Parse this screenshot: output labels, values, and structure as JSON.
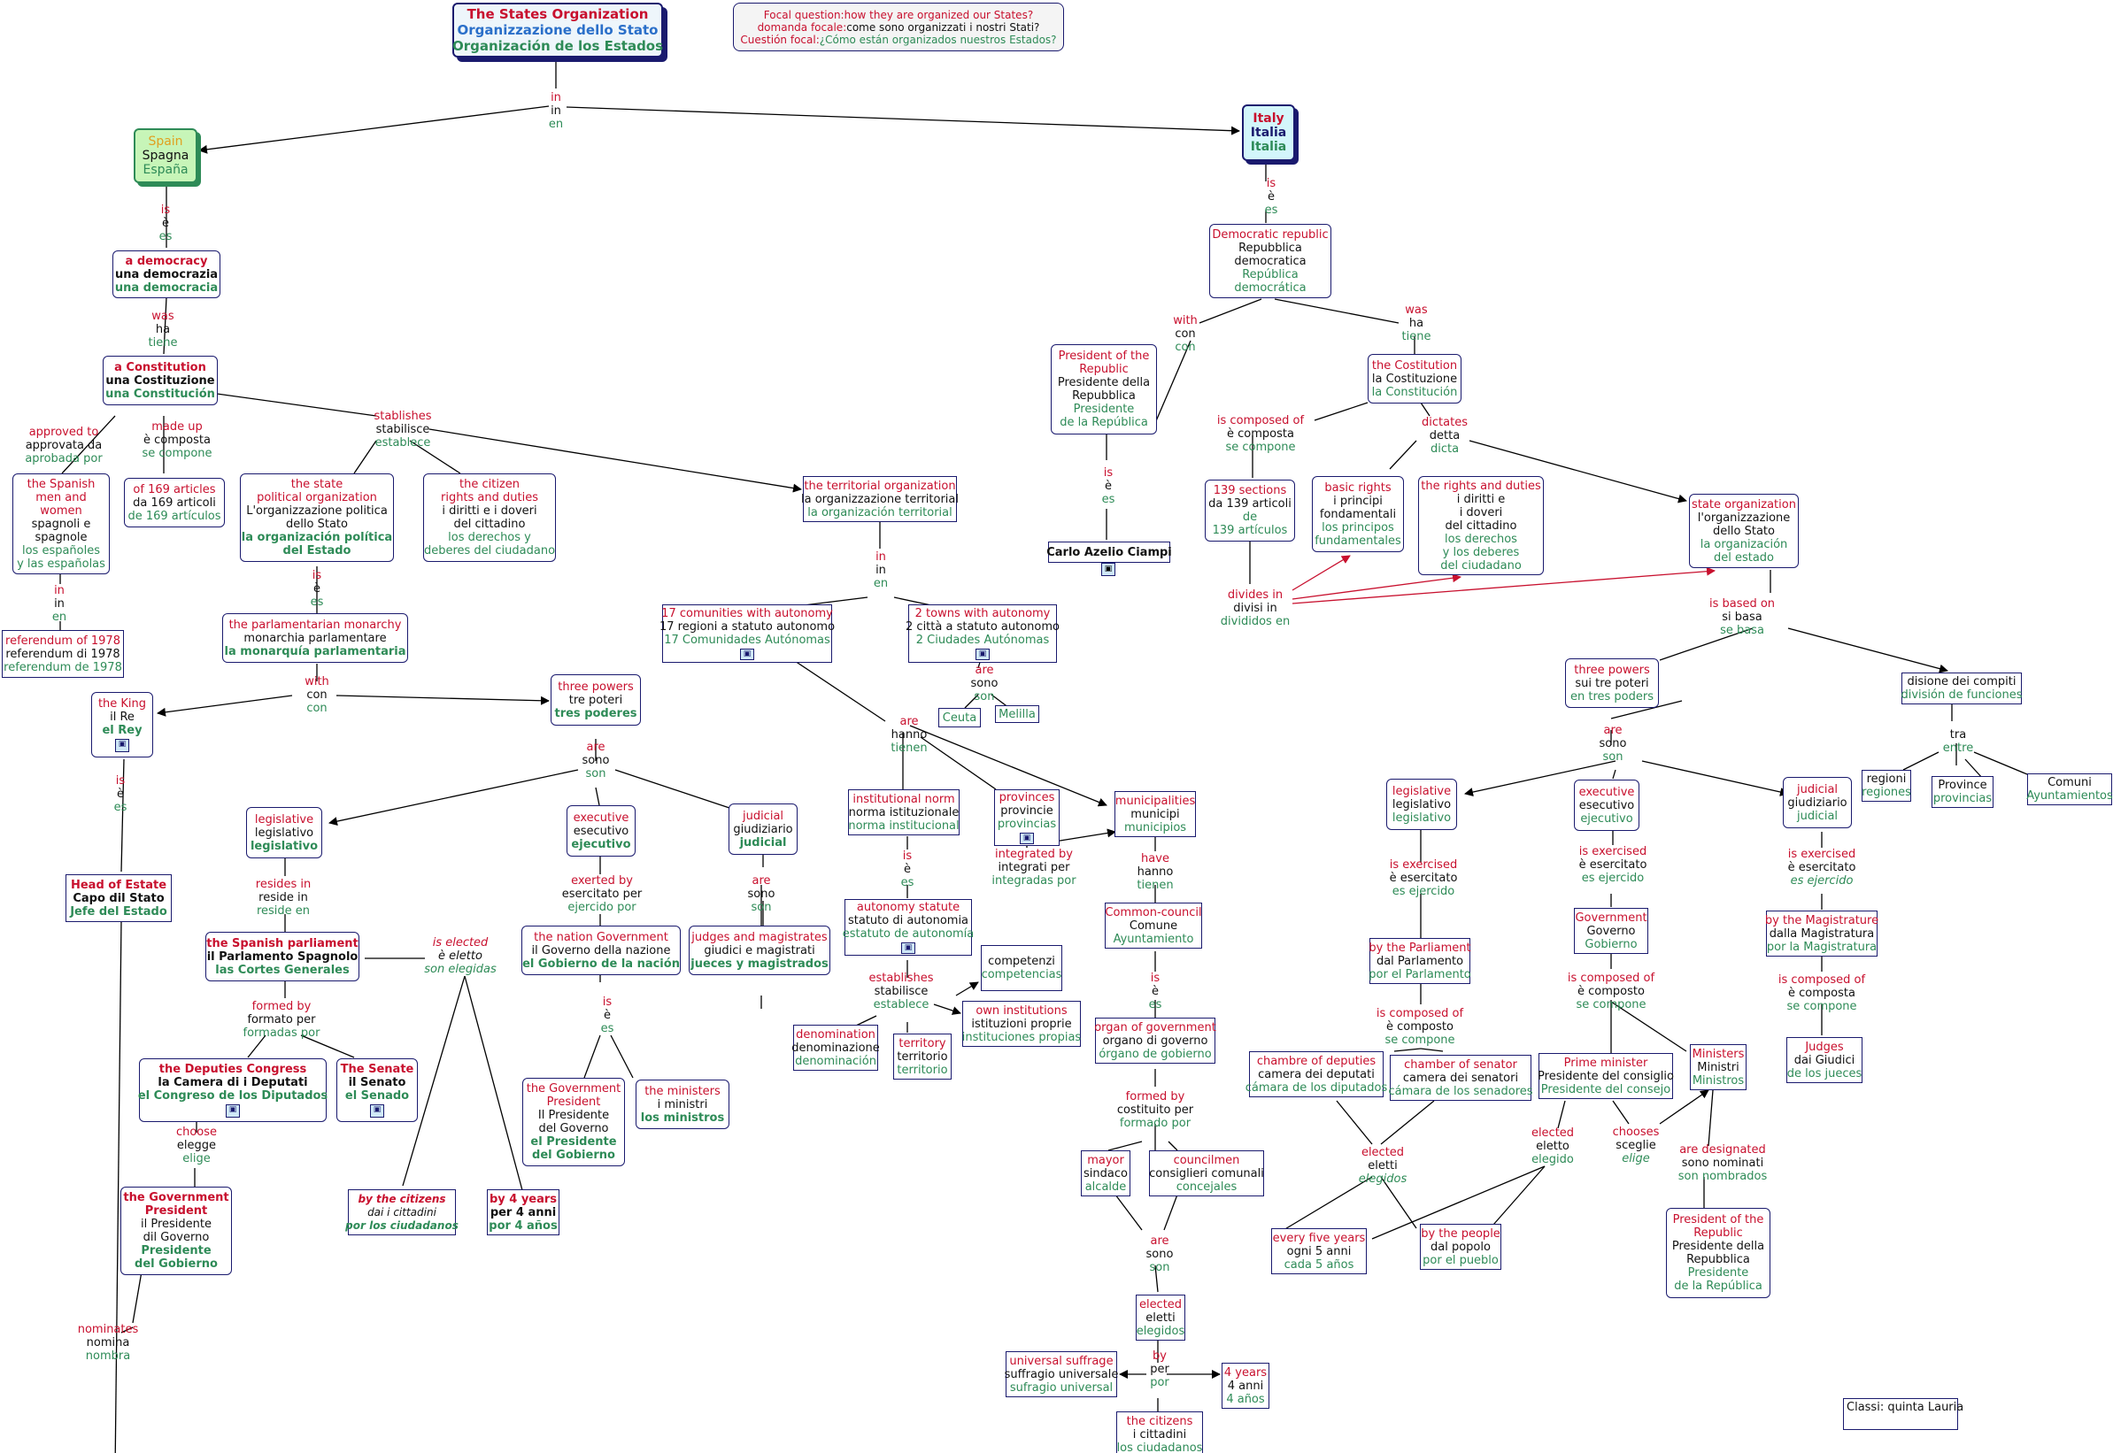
{
  "title": {
    "en": "The States Organization",
    "it": "Organizzazione dello Stato",
    "es": "Organización de los Estados"
  },
  "focal": {
    "l1_label": "Focal question:",
    "l1_text": "how they are organized our States?",
    "l2_label": "domanda focale:",
    "l2_text": "come sono organizzati i nostri Stati?",
    "l3_label": "Cuestión focal:",
    "l3_text": "¿Cómo están organizados nuestros Estados?"
  },
  "footer": {
    "classi": "Classi: quinta Lauria"
  },
  "root_link": {
    "en": "in",
    "it": "in",
    "es": "en"
  },
  "spain": {
    "node": {
      "en": "Spain",
      "it": "Spagna",
      "es": "España"
    },
    "link_is": {
      "en": "is",
      "it": "è",
      "es": "es"
    },
    "democracy": {
      "en": "a democracy",
      "it": "una democrazia",
      "es": "una democracia"
    },
    "link_was": {
      "en": "was",
      "it": "ha",
      "es": "tiene"
    },
    "constitution": {
      "en": "a Constitution",
      "it": "una Costituzione",
      "es": "una Constitución"
    },
    "link_approved": {
      "en": "approved to",
      "it": "approvata da",
      "es": "aprobada por"
    },
    "link_made": {
      "en": "made up",
      "it": "è composta",
      "es": "se compone"
    },
    "link_stablishes": {
      "en": "stablishes",
      "it": "stabilisce",
      "es": "establece"
    },
    "spanish_people": {
      "en1": "the Spanish",
      "en2": "men and",
      "en3": "women",
      "it1": "spagnoli e",
      "it2": "spagnole",
      "es1": "los españoles",
      "es2": "y las españolas"
    },
    "link_in": {
      "en": "in",
      "it": "in",
      "es": "en"
    },
    "referendum": {
      "en": "referendum of 1978",
      "it": "referendum di 1978",
      "es": "referendum de 1978"
    },
    "articles": {
      "en": "of 169 articles",
      "it": "da 169 articoli",
      "es": "de 169 artículos"
    },
    "political_org": {
      "en1": "the state",
      "en2": "political organization",
      "it1": "L'organizzazione politica",
      "it2": "dello Stato",
      "es1": "la organización política",
      "es2": "del Estado"
    },
    "citizen_rights": {
      "en1": "the citizen",
      "en2": "rights and duties",
      "it1": "i diritti e i doveri",
      "it2": "del cittadino",
      "es1": "los derechos y",
      "es2": "deberes del ciudadano"
    },
    "link_is2": {
      "en": "is",
      "it": "è",
      "es": "es"
    },
    "monarchy": {
      "en": "the parlamentarian monarchy",
      "it": "monarchia parlamentare",
      "es": "la monarquía parlamentaria"
    },
    "link_with": {
      "en": "with",
      "it": "con",
      "es": "con"
    },
    "king": {
      "en": "the King",
      "it": "il Re",
      "es": "el Rey"
    },
    "link_is3": {
      "en": "is",
      "it": "è",
      "es": "es"
    },
    "head_state": {
      "en": "Head of Estate",
      "it": "Capo dil Stato",
      "es": "Jefe del Estado"
    },
    "three_powers": {
      "en": "three powers",
      "it": "tre poteri",
      "es": "tres poderes"
    },
    "link_are": {
      "en": "are",
      "it": "sono",
      "es": "son"
    },
    "legislative": {
      "en": "legislative",
      "it": "legislativo",
      "es": "legislativo"
    },
    "executive": {
      "en": "executive",
      "it": "esecutivo",
      "es": "ejecutivo"
    },
    "judicial": {
      "en": "judicial",
      "it": "giudiziario",
      "es": "judicial"
    },
    "link_resides": {
      "en": "resides in",
      "it": "reside in",
      "es": "reside en"
    },
    "link_exerted": {
      "en": "exerted by",
      "it": "esercitato per",
      "es": "ejercido por"
    },
    "link_are2": {
      "en": "are",
      "it": "sono",
      "es": "son"
    },
    "parliament": {
      "en": "the Spanish parliament",
      "it": "il Parlamento Spagnolo",
      "es": "las Cortes Generales"
    },
    "link_elected": {
      "en": "is elected",
      "it": "è eletto",
      "es": "son elegidas"
    },
    "nation_gov": {
      "en": "the nation Government",
      "it": "il Governo della nazione",
      "es": "el Gobierno de la nación"
    },
    "judges": {
      "en": "judges and magistrates",
      "it": "giudici e magistrati",
      "es": "jueces y magistrados"
    },
    "link_formed": {
      "en": "formed by",
      "it": "formato per",
      "es": "formadas por"
    },
    "link_is4": {
      "en": "is",
      "it": "è",
      "es": "es"
    },
    "deputies": {
      "en": "the Deputies Congress",
      "it": "la Camera di i Deputati",
      "es": "el Congreso de los Diputados"
    },
    "senate": {
      "en": "The Senate",
      "it": "il Senato",
      "es": "el Senado"
    },
    "gov_president": {
      "en1": "the Government",
      "en2": "President",
      "it1": "Il Presidente",
      "it2": "del Governo",
      "es1": "el Presidente",
      "es2": "del Gobierno"
    },
    "ministers": {
      "en": "the ministers",
      "it": "i ministri",
      "es": "los ministros"
    },
    "link_choose": {
      "en": "choose",
      "it": "elegge",
      "es": "elige"
    },
    "pres_gov2": {
      "en1": "the Government",
      "en2": "President",
      "it1": "il Presidente",
      "it2": "dil Governo",
      "es1": "Presidente",
      "es2": "del Gobierno"
    },
    "by_citizens": {
      "en": "by the citizens",
      "it": "dai i cittadini",
      "es": "por los ciudadanos"
    },
    "by_years": {
      "en": "by 4 years",
      "it": "per 4 anni",
      "es": "por 4 años"
    },
    "link_nominates": {
      "en": "nominates",
      "it": "nomina",
      "es": "nombra"
    },
    "territorial": {
      "en": "the territorial organization",
      "it": "la organizzazione territorial",
      "es": "la organización territorial"
    },
    "link_in2": {
      "en": "in",
      "it": "in",
      "es": "en"
    },
    "communities": {
      "en": "17 comunities with autonomy",
      "it": "17 regioni a statuto autonomo",
      "es": "17 Comunidades Autónomas"
    },
    "towns": {
      "en": "2 towns with autonomy",
      "it": "2 città a statuto autonomo",
      "es": "2 Ciudades Autónomas"
    },
    "link_are3": {
      "en": "are",
      "it": "sono",
      "es": "son"
    },
    "ceuta": "Ceuta",
    "melilla": "Melilla",
    "link_are4": {
      "en": "are",
      "it": "hanno",
      "es": "tienen"
    },
    "inst_norm": {
      "en": "institutional norm",
      "it": "norma istituzionale",
      "es": "norma institucional"
    },
    "provinces": {
      "en": "provinces",
      "it": "provincie",
      "es": "provincias"
    },
    "municipalities": {
      "en": "municipalities",
      "it": "municipi",
      "es": "municipios"
    },
    "link_is5": {
      "en": "is",
      "it": "è",
      "es": "es"
    },
    "link_integrated": {
      "en": "integrated by",
      "it": "integrati per",
      "es": "integradas por"
    },
    "link_have": {
      "en": "have",
      "it": "hanno",
      "es": "tienen"
    },
    "autonomy_statute": {
      "en": "autonomy statute",
      "it": "statuto di autonomia",
      "es": "estatuto de autonomía"
    },
    "common_council": {
      "en": "Common-council",
      "it": "Comune",
      "es": "Ayuntamiento"
    },
    "link_establishes": {
      "en": "establishes",
      "it": "stabilisce",
      "es": "establece"
    },
    "competences": {
      "it": "competenzi",
      "es": "competencias"
    },
    "own_inst": {
      "en": "own institutions",
      "it": "istituzioni proprie",
      "es": "instituciones propias"
    },
    "denomination": {
      "en": "denomination",
      "it": "denominazione",
      "es": "denominación"
    },
    "territory": {
      "en": "territory",
      "it": "territorio",
      "es": "territorio"
    },
    "link_is6": {
      "en": "is",
      "it": "è",
      "es": "es"
    },
    "organ": {
      "en": "organ of government",
      "it": "organo di governo",
      "es": "órgano de gobierno"
    },
    "link_formed2": {
      "en": "formed by",
      "it": "costituito per",
      "es": "formado por"
    },
    "mayor": {
      "en": "mayor",
      "it": "sindaco",
      "es": "alcalde"
    },
    "councilmen": {
      "en": "councilmen",
      "it": "consiglieri comunali",
      "es": "concejales"
    },
    "link_are5": {
      "en": "are",
      "it": "sono",
      "es": "son"
    },
    "elected": {
      "en": "elected",
      "it": "eletti",
      "es": "elegidos"
    },
    "link_by": {
      "en": "by",
      "it": "per",
      "es": "por"
    },
    "universal": {
      "en": "universal suffrage",
      "it": "suffragio universale",
      "es": "sufragio universal"
    },
    "four_years": {
      "en": "4 years",
      "it": "4 anni",
      "es": "4 años"
    },
    "citizens": {
      "en": "the citizens",
      "it": "i cittadini",
      "es": "los ciudadanos"
    }
  },
  "italy": {
    "node": {
      "en": "Italy",
      "it": "Italia",
      "es": "Italia"
    },
    "link_is": {
      "en": "is",
      "it": "è",
      "es": "es"
    },
    "republic": {
      "en": "Democratic republic",
      "it1": "Repubblica",
      "it2": "democratica",
      "es1": "República",
      "es2": "democrática"
    },
    "link_with": {
      "en": "with",
      "it": "con",
      "es": "con"
    },
    "link_was": {
      "en": "was",
      "it": "ha",
      "es": "tiene"
    },
    "president": {
      "en1": "President of the",
      "en2": "Republic",
      "it1": "Presidente della",
      "it2": "Repubblica",
      "es1": "Presidente",
      "es2": "de la República"
    },
    "link_is2": {
      "en": "is",
      "it": "è",
      "es": "es"
    },
    "ciampi": "Carlo Azelio Ciampi",
    "constitution": {
      "en": "the Costitution",
      "it": "la Costituzione",
      "es": "la Constitución"
    },
    "link_composed": {
      "en": "is composed of",
      "it": "è composta",
      "es": "se compone"
    },
    "link_dictates": {
      "en": "dictates",
      "it": "detta",
      "es": "dicta"
    },
    "sections": {
      "en": "139 sections",
      "it": "da 139 articoli",
      "es1": "de",
      "es2": "139 artículos"
    },
    "basic_rights": {
      "en": "basic rights",
      "it1": "i principi",
      "it2": "fondamentali",
      "es1": "los principos",
      "es2": "fundamentales"
    },
    "rights_duties": {
      "en": "the rights and duties",
      "it1": "i diritti e",
      "it2": "i doveri",
      "it3": "del cittadino",
      "es1": "los derechos",
      "es2": "y los deberes",
      "es3": "del ciudadano"
    },
    "state_org": {
      "en": "state organization",
      "it1": "l'organizzazione",
      "it2": "dello Stato",
      "es1": "la organización",
      "es2": "del estado"
    },
    "link_divides": {
      "en": "divides in",
      "it": "divisi in",
      "es": "divididos en"
    },
    "link_based": {
      "en": "is based on",
      "it": "si basa",
      "es": "se basa"
    },
    "three_powers": {
      "en": "three powers",
      "it": "sui tre poteri",
      "es": "en tres poders"
    },
    "division": {
      "it": "disione dei compiti",
      "es": "división de funciones"
    },
    "link_tra": {
      "it": "tra",
      "es": "entre"
    },
    "regioni": {
      "it": "regioni",
      "es": "regiones"
    },
    "province": {
      "it": "Province",
      "es": "provincias"
    },
    "comuni": {
      "it": "Comuni",
      "es": "Ayuntamientos"
    },
    "link_are": {
      "en": "are",
      "it": "sono",
      "es": "son"
    },
    "legislative": {
      "en": "legislative",
      "it": "legislativo",
      "es": "legislativo"
    },
    "executive": {
      "en": "executive",
      "it": "esecutivo",
      "es": "ejecutivo"
    },
    "judicial": {
      "en": "judicial",
      "it": "giudiziario",
      "es": "judicial"
    },
    "link_exercised1": {
      "en": "is exercised",
      "it": "è esercitato",
      "es": "es ejercido"
    },
    "link_exercised2": {
      "en": "is exercised",
      "it": "è esercitato",
      "es": "es ejercido"
    },
    "link_exercised3": {
      "en": "is exercised",
      "it": "è esercitato",
      "es": "es ejercido"
    },
    "parliament": {
      "en": "by the Parliament",
      "it": "dal Parlamento",
      "es": "por el Parlamento"
    },
    "government": {
      "en": "Government",
      "it": "Governo",
      "es": "Gobierno"
    },
    "magistrature": {
      "en": "by the Magistrature",
      "it": "dalla Magistratura",
      "es": "por la Magistratura"
    },
    "link_composed2": {
      "en": "is composed of",
      "it": "è composto",
      "es": "se compone"
    },
    "link_composed3": {
      "en": "is composed of",
      "it": "è composto",
      "es": "se compone"
    },
    "link_composed4": {
      "en": "is composed of",
      "it": "è composta",
      "es": "se compone"
    },
    "deputies": {
      "en": "chambre of deputies",
      "it": "camera dei deputati",
      "es": "cámara de los diputados"
    },
    "senators": {
      "en": "chamber of senator",
      "it": "camera dei senatori",
      "es": "cámara de los senadores"
    },
    "prime_minister": {
      "en": "Prime minister",
      "it": "Presidente del consiglio",
      "es": "Presidente del consejo"
    },
    "ministers": {
      "en": "Ministers",
      "it": "Ministri",
      "es": "Ministros"
    },
    "judges": {
      "en": "Judges",
      "it": "dai Giudici",
      "es": "de los jueces"
    },
    "link_elected1": {
      "en": "elected",
      "it": "eletti",
      "es": "elegidos"
    },
    "link_elected2": {
      "en": "elected",
      "it": "eletto",
      "es": "elegido"
    },
    "link_chooses": {
      "en": "chooses",
      "it": "sceglie",
      "es": "elige"
    },
    "link_designated": {
      "en": "are designated",
      "it": "sono nominati",
      "es": "son nombrados"
    },
    "five_years": {
      "en": "every five years",
      "it": "ogni 5 anni",
      "es": "cada 5 años"
    },
    "people": {
      "en": "by the people",
      "it": "dal popolo",
      "es": "por el pueblo"
    },
    "president2": {
      "en1": "President of the",
      "en2": "Republic",
      "it1": "Presidente della",
      "it2": "Repubblica",
      "es1": "Presidente",
      "es2": "de la República"
    }
  },
  "colors": {
    "english": "#c8102e",
    "italian": "#111111",
    "spanish": "#2e8b57",
    "border": "#1a1a6e",
    "spain_fill": "#c7f5b8",
    "italy_fill": "#d3f6fb"
  }
}
